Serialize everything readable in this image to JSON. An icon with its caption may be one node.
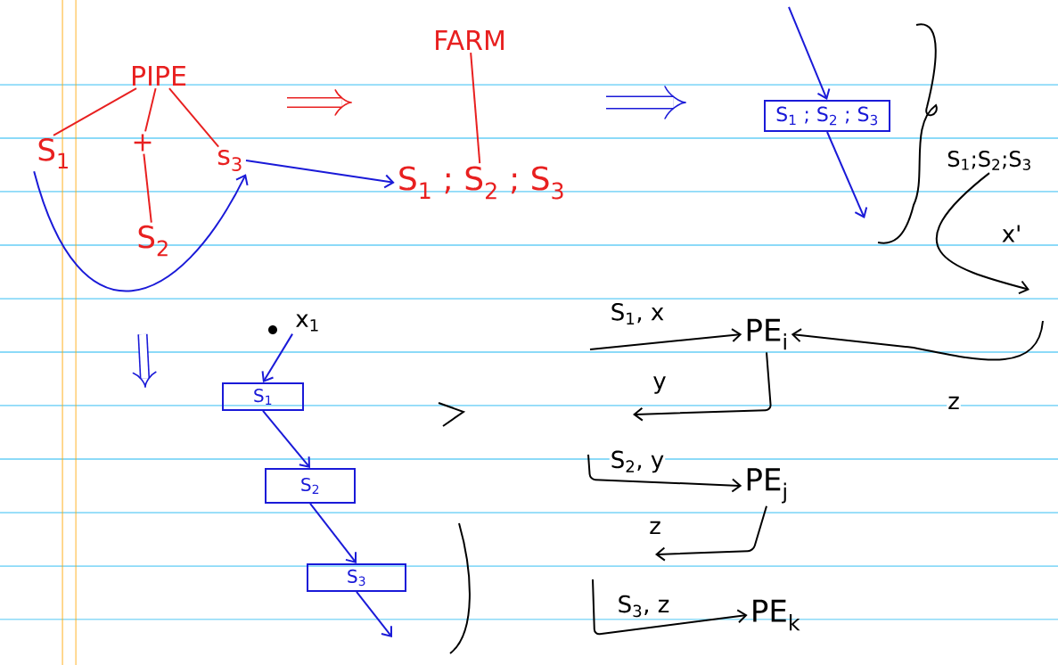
{
  "diagram": {
    "nodes": [
      {
        "text": [
          "PIPE"
        ]
      },
      {
        "text": [
          "S$_{1}$"
        ]
      },
      {
        "text": [
          "+"
        ]
      },
      {
        "text": [
          "s$_{3}$"
        ]
      },
      {
        "text": [
          "S$_{2}$"
        ]
      },
      {
        "text": [
          "FARM"
        ]
      },
      {
        "text": [
          "S$_{1}$ ; S$_{2}$ ; S$_{3}$"
        ]
      },
      {
        "text": [
          "S$_{1}$ ; S$_{2}$ ; S$_{3}$"
        ]
      },
      {
        "text": [
          "x$_{1}$"
        ]
      },
      {
        "text": [
          "S$_{1}$"
        ]
      },
      {
        "text": [
          "S$_{2}$"
        ]
      },
      {
        "text": [
          "S$_{3}$"
        ]
      },
      {
        "text": [
          "PE$_{i}$"
        ]
      },
      {
        "text": [
          "PE$_{j}$"
        ]
      },
      {
        "text": [
          "PE$_{k}$"
        ]
      },
      {
        "text": [
          "S$_{1}$;S$_{2}$;S$_{3}$"
        ]
      }
    ],
    "edges": [
      {
        "from": 0,
        "to": 1,
        "arrow": "none",
        "color": "#e82020"
      },
      {
        "from": 0,
        "to": 2,
        "arrow": "none",
        "color": "#e82020"
      },
      {
        "from": 0,
        "to": 3,
        "arrow": "none",
        "color": "#e82020"
      },
      {
        "from": 2,
        "to": 4,
        "arrow": "none",
        "color": "#e82020"
      },
      {
        "from": 5,
        "to": 6,
        "arrow": "none",
        "color": "#e82020"
      },
      {
        "from": 1,
        "to": 3,
        "arrow": "to"
      },
      {
        "from": 3,
        "to": 6,
        "arrow": "to"
      },
      {
        "from": null,
        "to": 7,
        "arrow": "to"
      },
      {
        "from": 7,
        "to": null,
        "arrow": "to"
      },
      {
        "from": 15,
        "to": null,
        "arrow": "to",
        "label": "x'",
        "color": "#000000"
      },
      {
        "from": null,
        "to": 12,
        "arrow": "to",
        "label": "z",
        "color": "#000000"
      },
      {
        "from": 8,
        "to": 9,
        "arrow": "to"
      },
      {
        "from": 9,
        "to": 10,
        "arrow": "to"
      },
      {
        "from": 10,
        "to": 11,
        "arrow": "to"
      },
      {
        "from": 11,
        "to": null,
        "arrow": "to"
      },
      {
        "from": null,
        "to": 12,
        "arrow": "to",
        "label": "S$_{1}$, x",
        "color": "#000000"
      },
      {
        "from": 12,
        "to": null,
        "arrow": "to",
        "label": "y",
        "color": "#000000"
      },
      {
        "from": null,
        "to": 13,
        "arrow": "to",
        "label": "S$_{2}$, y",
        "color": "#000000"
      },
      {
        "from": 13,
        "to": null,
        "arrow": "to",
        "label": "z",
        "color": "#000000"
      },
      {
        "from": null,
        "to": 14,
        "arrow": "to",
        "label": "S$_{3}$, z",
        "color": "#000000"
      }
    ]
  }
}
